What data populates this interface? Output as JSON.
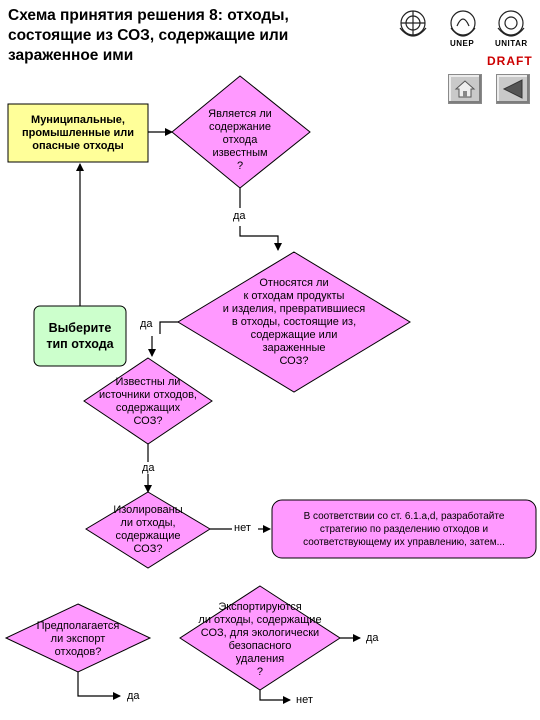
{
  "header": {
    "title_line1": "Схема принятия решения 8: отходы,",
    "title_line2": "состоящие из СОЗ, содержащие или",
    "title_line3": "зараженное ими",
    "draft": "DRAFT",
    "unep": "UNEP",
    "unitar": "UNITAR"
  },
  "nav": {
    "home_icon": "home-icon",
    "back_icon": "triangle-left-icon"
  },
  "nodes": {
    "municipal": [
      "Муниципальные,",
      "промышленные или",
      "опасные отходы"
    ],
    "q_known": [
      "Является ли",
      "содержание",
      "отхода",
      "известным",
      "?"
    ],
    "q_products": [
      "Относятся ли",
      "к отходам продукты",
      "и изделия, превратившиеся",
      "в отходы, состоящие из,",
      "содержащие или",
      "зараженные",
      "СОЗ?"
    ],
    "select_type": [
      "Выберите",
      "тип отхода"
    ],
    "q_sources": [
      "Известны ли",
      "источники отходов,",
      "содержащих",
      "СОЗ?"
    ],
    "q_isolated": [
      "Изолированы",
      "ли отходы,",
      "содержащие",
      "СОЗ?"
    ],
    "strategy": [
      "В соответствии со ст. 6.1.a,d, разработайте",
      "стратегию по разделению отходов и",
      "соответствующему их управлению, затем..."
    ],
    "q_export_planned": [
      "Предполагается",
      "ли экспорт",
      "отходов?"
    ],
    "q_exported": [
      "Экспортируются",
      "ли отходы, содержащие",
      "СОЗ, для экологически",
      "безопасного",
      "удаления",
      "?"
    ]
  },
  "labels": {
    "yes1": "да",
    "yes2": "да",
    "yes3": "да",
    "no1": "нет",
    "yes4": "да",
    "yes5": "да",
    "no2": "нет"
  },
  "colors": {
    "decision_fill": "#ff99ff",
    "yellow_fill": "#ffff99",
    "green_fill": "#ccffcc",
    "strategy_fill": "#ff99ff",
    "draft_red": "#cc0000"
  }
}
